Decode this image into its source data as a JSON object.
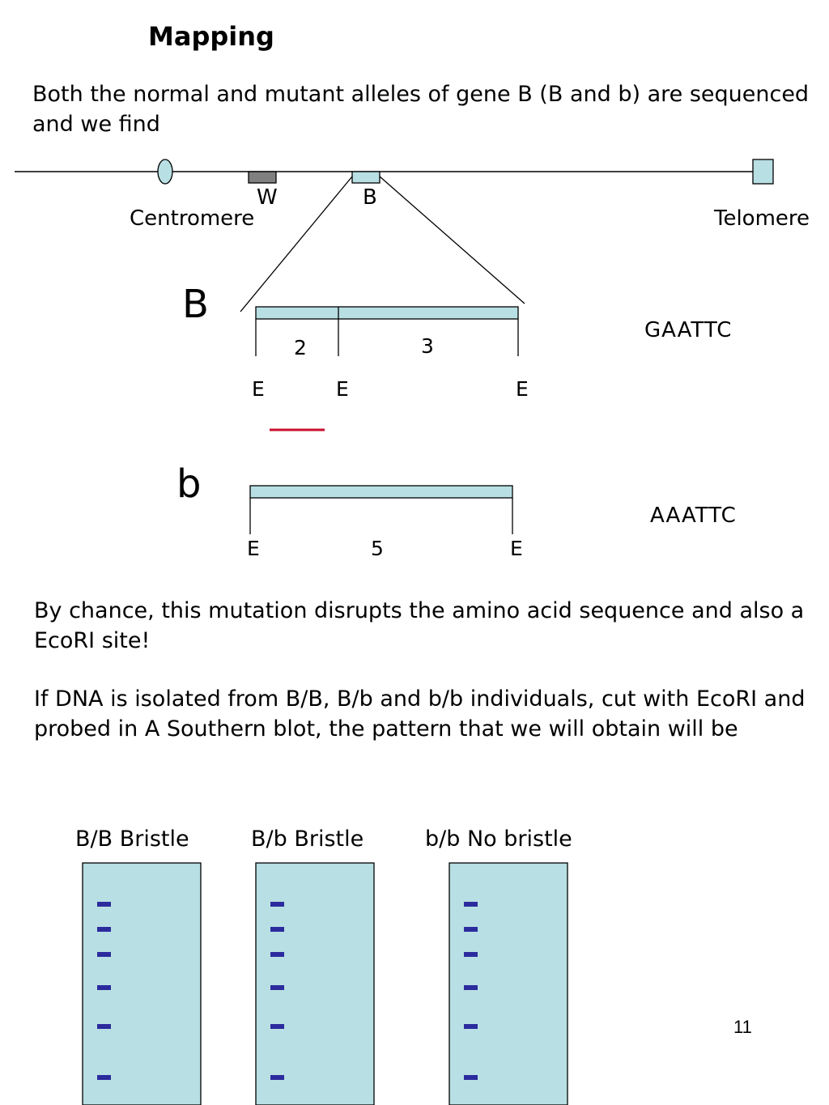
{
  "title": "Mapping",
  "intro_text": "Both the normal and mutant alleles of gene B (B and b) are sequenced and we find",
  "chromosome": {
    "gene_w_label": "W",
    "gene_b_label": "B",
    "centromere_label": "Centromere",
    "telomere_label": "Telomere"
  },
  "allele_B": {
    "label": "B",
    "sequence": "GAATTC",
    "fragment_1_size": "2",
    "fragment_2_size": "3",
    "site_labels": [
      "E",
      "E",
      "E"
    ]
  },
  "allele_b": {
    "label": "b",
    "sequence": "AAATTC",
    "fragment_size": "5",
    "site_labels": [
      "E",
      "E"
    ]
  },
  "mutation_text": "By chance, this mutation disrupts the amino acid sequence and also a EcoRI site!",
  "southern_text": "If DNA is isolated from B/B, B/b and b/b individuals, cut with EcoRI and probed in A Southern blot, the pattern that we will obtain will be",
  "gels": [
    {
      "label": "B/B Bristle",
      "band_count": 6
    },
    {
      "label": "B/b Bristle",
      "band_count": 6
    },
    {
      "label": "b/b No bristle",
      "band_count": 6
    }
  ],
  "colors": {
    "gene_fill": "#b8dfe3",
    "gene_w_fill": "#808080",
    "probe_red": "#c8102e",
    "band_blue": "#2b2b9e"
  },
  "page_number": "11"
}
